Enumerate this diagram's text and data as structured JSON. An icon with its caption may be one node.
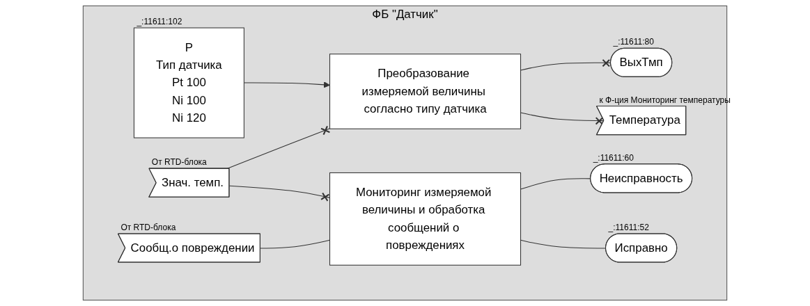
{
  "diagram": {
    "nodes": [
      {
        "text": [
          "ФБ \"Датчик\""
        ]
      },
      {
        "text": [
          "P",
          "Тип датчика",
          "Pt 100",
          "Ni 100",
          "Ni 120"
        ],
        "beside": [
          "_:11611:102"
        ],
        "in": 0
      },
      {
        "text": [
          "Знач. темп."
        ],
        "beside": [
          "От RTD-блока"
        ],
        "in": 0
      },
      {
        "text": [
          "Сообщ.о повреждении"
        ],
        "beside": [
          "От RTD-блока"
        ],
        "in": 0
      },
      {
        "text": [
          "Преобразование измеряемой величины согласно типу датчика"
        ],
        "in": 0
      },
      {
        "text": [
          "Мониторинг измеряемой величины и обработка сообщений о повреждениях"
        ],
        "in": 0
      },
      {
        "text": [
          "ВыхТмп"
        ],
        "beside": [
          "_:11611:80"
        ],
        "in": 0
      },
      {
        "text": [
          "Температура"
        ],
        "beside": [
          "к Ф-ция Мониторинг температуры"
        ],
        "in": 0
      },
      {
        "text": [
          "Неисправность"
        ],
        "beside": [
          "_:11611:60"
        ],
        "in": 0
      },
      {
        "text": [
          "Исправно"
        ],
        "beside": [
          "_:11611:52"
        ],
        "in": 0
      }
    ],
    "edges": [
      {
        "from": 1,
        "to": 4,
        "arrow": "to"
      },
      {
        "from": 2,
        "to": 4,
        "arrow": "other"
      },
      {
        "from": 2,
        "to": 5,
        "arrow": "other"
      },
      {
        "from": 3,
        "to": 5,
        "arrow": "none"
      },
      {
        "from": 4,
        "to": 6,
        "arrow": "other"
      },
      {
        "from": 4,
        "to": 7,
        "arrow": "other"
      },
      {
        "from": 5,
        "to": 8,
        "arrow": "none"
      },
      {
        "from": 5,
        "to": 9,
        "arrow": "none"
      }
    ]
  }
}
